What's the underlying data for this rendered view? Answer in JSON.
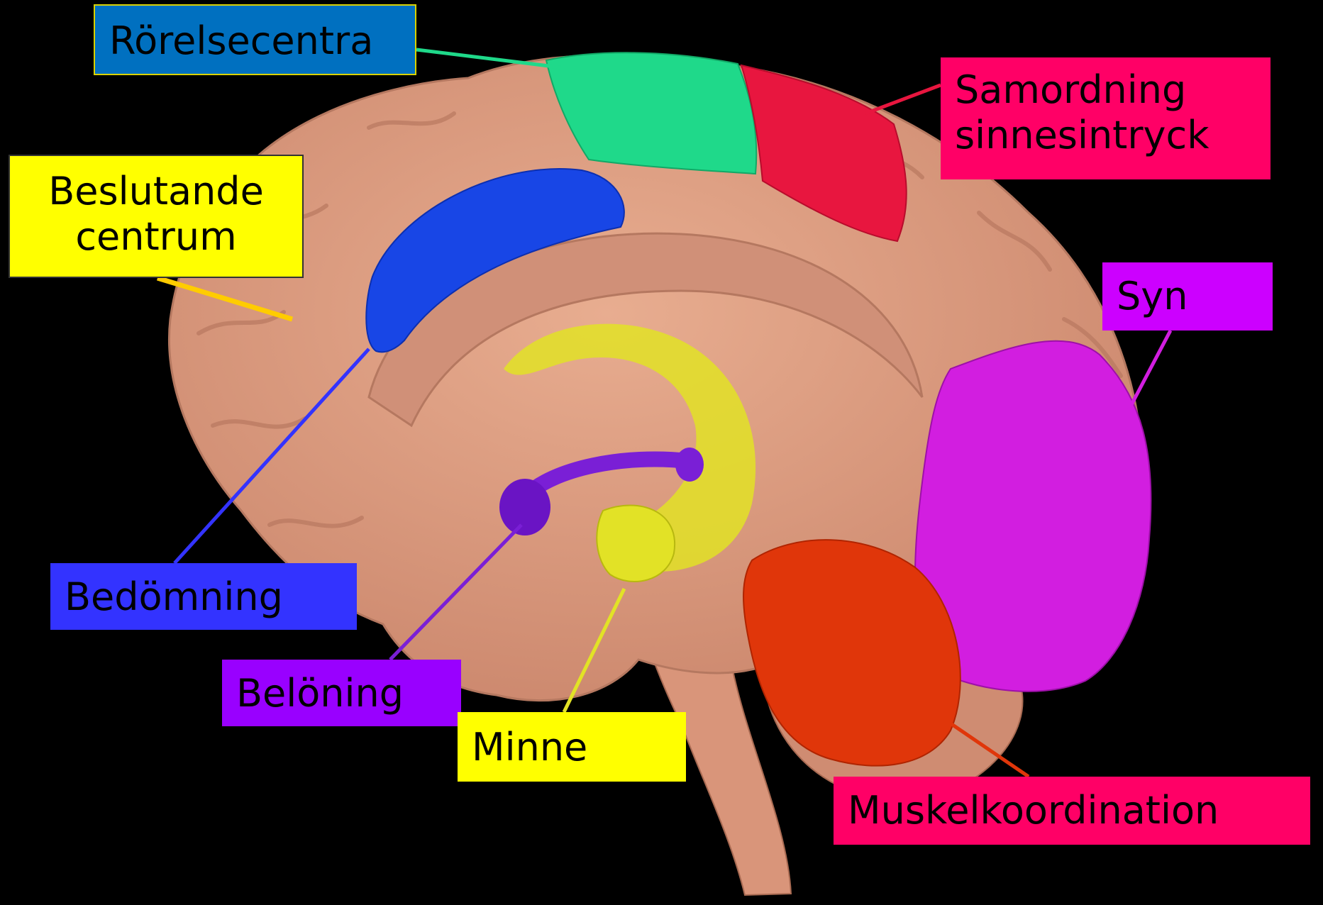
{
  "background": "#000000",
  "labels": {
    "rorelsecentra": {
      "text": "Rörelsecentra",
      "bg": "#0070c0",
      "fg": "#000000"
    },
    "beslutande_centrum": {
      "lines": [
        "Beslutande",
        "centrum"
      ],
      "bg": "#ffff00",
      "fg": "#000000"
    },
    "samordning": {
      "lines": [
        "Samordning",
        "sinnesintryck"
      ],
      "bg": "#ff0066",
      "fg": "#000000"
    },
    "syn": {
      "text": "Syn",
      "bg": "#cc00ff",
      "fg": "#000000"
    },
    "bedomning": {
      "text": "Bedömning",
      "bg": "#3333ff",
      "fg": "#000000"
    },
    "beloning": {
      "text": "Belöning",
      "bg": "#9900ff",
      "fg": "#000000"
    },
    "minne": {
      "text": "Minne",
      "bg": "#ffff00",
      "fg": "#000000"
    },
    "muskelkoordination": {
      "text": "Muskelkoordination",
      "bg": "#ff0066",
      "fg": "#000000"
    }
  },
  "region_colors": {
    "brain": "#dd9a7c",
    "motor": "#1fd98a",
    "sensory": "#e8163f",
    "frontal": "#1846e6",
    "vision": "#d21ee0",
    "reward": "#7a1fd6",
    "memory": "#e2e226",
    "cerebellum": "#e0360a"
  }
}
